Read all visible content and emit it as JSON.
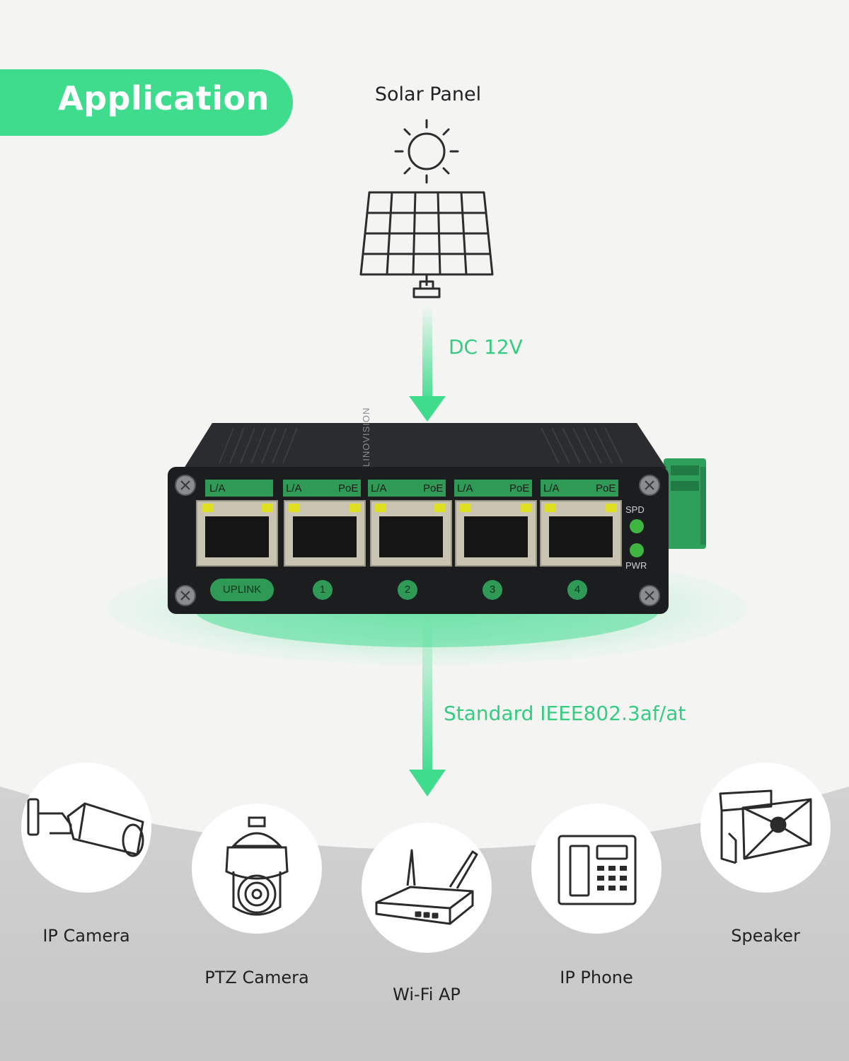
{
  "badge": {
    "label": "Application"
  },
  "solar": {
    "label": "Solar Panel"
  },
  "arrow_top": {
    "label": "DC 12V"
  },
  "arrow_bottom": {
    "label": "Standard IEEE802.3af/at"
  },
  "switch": {
    "brand": "LINOVISION",
    "port_header_uplink": "L/A",
    "port_header_link": "L/A",
    "port_header_poe": "PoE",
    "uplink_label": "UPLINK",
    "port_numbers": [
      "1",
      "2",
      "3",
      "4"
    ],
    "led_spd": "SPD",
    "led_pwr": "PWR"
  },
  "devices": {
    "ip_camera": "IP Camera",
    "ptz_camera": "PTZ Camera",
    "wifi_ap": "Wi-Fi AP",
    "ip_phone": "IP Phone",
    "speaker": "Speaker"
  },
  "colors": {
    "accent": "#3fdc8e",
    "switch_body": "#1b1d1f",
    "port_green": "#2f9a55"
  }
}
